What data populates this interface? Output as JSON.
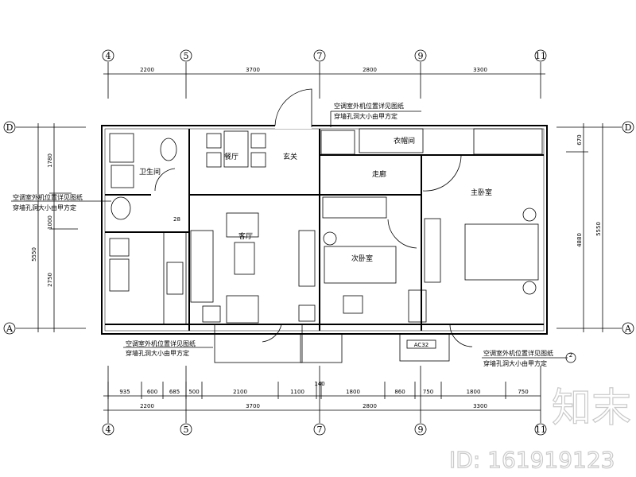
{
  "axes": {
    "columns": [
      "4",
      "5",
      "7",
      "9",
      "11"
    ],
    "rows": [
      "D",
      "A"
    ]
  },
  "dimensions": {
    "top": [
      "2200",
      "3700",
      "2800",
      "3300"
    ],
    "bottom_detail": [
      "935",
      "600",
      "685",
      "500",
      "2100",
      "1100",
      "140",
      "1800",
      "860",
      "750",
      "1800",
      "750"
    ],
    "bottom_total": [
      "2200",
      "3700",
      "2800",
      "3300"
    ],
    "left": [
      "1780",
      "1000",
      "2750",
      "5550"
    ],
    "right": [
      "670",
      "4880",
      "5550"
    ],
    "small": "28"
  },
  "rooms": {
    "bathroom": "卫生间",
    "dining": "餐厅",
    "foyer": "玄关",
    "storage": "衣帽间",
    "corridor": "走廊",
    "master_bedroom": "主卧室",
    "second_bedroom": "次卧室",
    "living": "客厅"
  },
  "notes": {
    "top": [
      "空调室外机位置详见图纸",
      "穿墙孔洞大小由甲方定"
    ],
    "left": [
      "空调室外机位置详见图纸",
      "穿墙孔洞大小由甲方定"
    ],
    "bottom_left": [
      "空调室外机位置详见图纸",
      "穿墙孔洞大小由甲方定"
    ],
    "bottom_right": [
      "空调室外机位置详见图纸",
      "穿墙孔洞大小由甲方定"
    ],
    "ac_label": "AC32",
    "section_mark": "2"
  },
  "watermark": {
    "brand": "知末",
    "id": "ID: 161919123"
  }
}
